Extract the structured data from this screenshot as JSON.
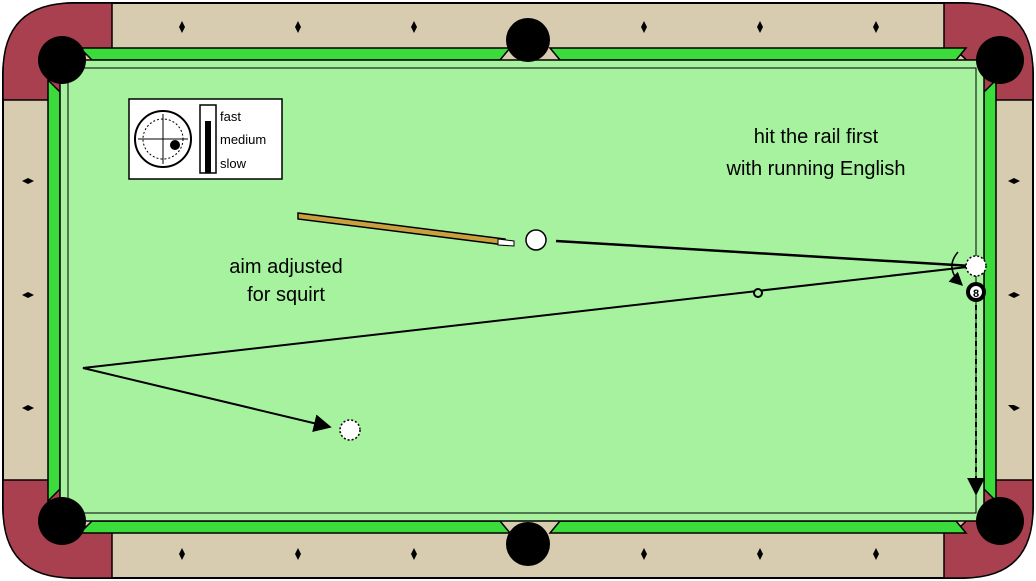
{
  "diagram": {
    "annotations": {
      "rail_note_line1": "hit the rail first",
      "rail_note_line2": "with running English",
      "squirt_note_line1": "aim adjusted",
      "squirt_note_line2": "for squirt"
    },
    "speed_legend": {
      "fast": "fast",
      "medium": "medium",
      "slow": "slow",
      "selected_speed": "fast"
    },
    "object_ball": {
      "number": "8"
    },
    "colors": {
      "cloth": "#a6f29f",
      "cushion": "#3cdb3c",
      "rail_wood": "#d7ccb0",
      "corner_leather": "#a8404f",
      "pocket": "#000000",
      "cue_stick": "#c8a040"
    },
    "icons": [
      "cue-tip-target-icon",
      "speed-bar-icon",
      "diamond-marker-icon",
      "english-spin-arrow-icon"
    ]
  }
}
